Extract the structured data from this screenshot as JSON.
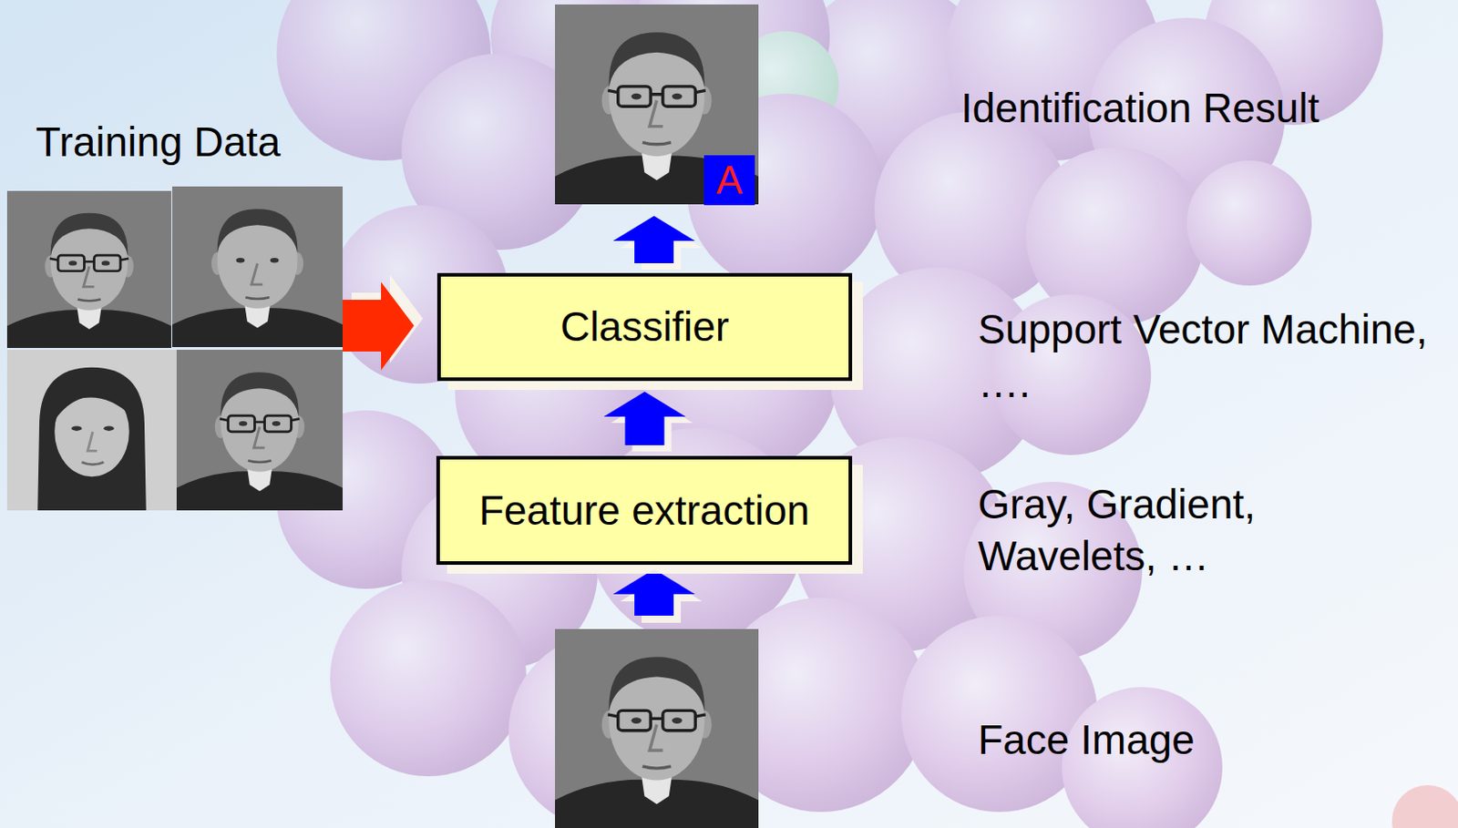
{
  "diagram": {
    "nodes": [
      {
        "text": [
          "A"
        ]
      },
      {
        "text": [
          "Classifier"
        ]
      },
      {
        "text": [
          "Feature extraction"
        ]
      }
    ],
    "edges": [
      {
        "from": 2,
        "to": 1,
        "arrow": "to"
      }
    ],
    "labels": [
      "Training Data",
      "Identification Result",
      "Support Vector Machine, ….",
      "Gray, Gradient, Wavelets, …",
      "Face Image"
    ]
  }
}
